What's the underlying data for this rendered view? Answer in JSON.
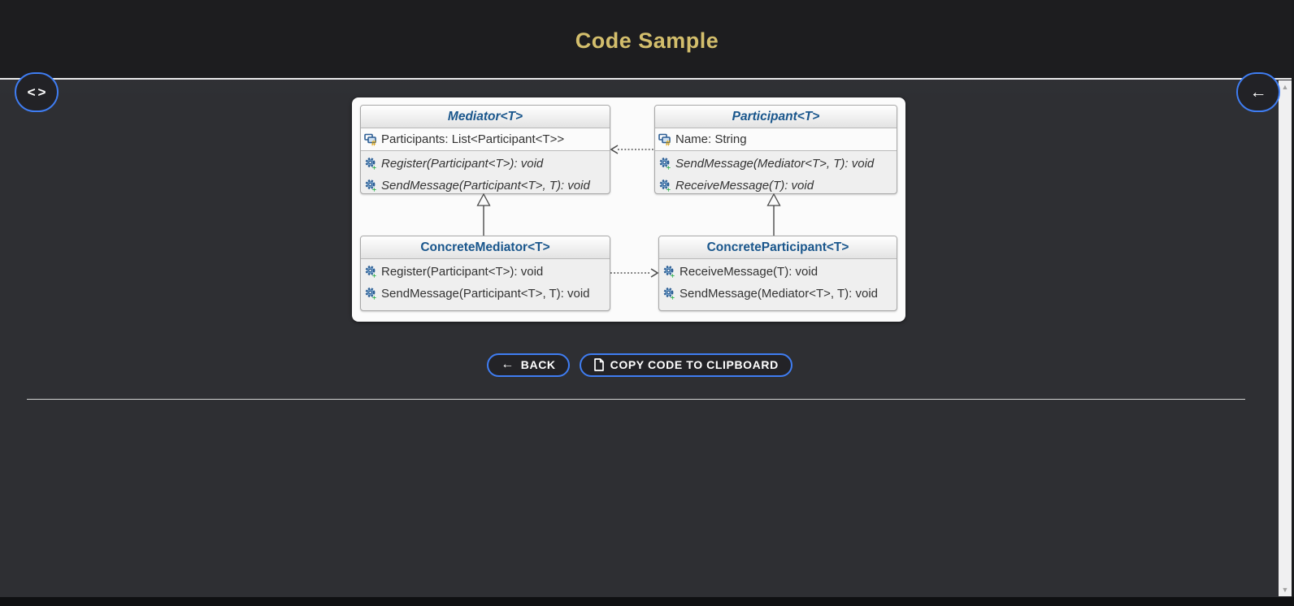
{
  "header": {
    "title": "Code Sample"
  },
  "nav": {
    "code_toggle_glyph": "<>",
    "back_arrow_glyph": "←"
  },
  "diagram": {
    "classes": [
      {
        "name": "Mediator<T>",
        "abstract": true,
        "fields": [
          "Participants: List<Participant<T>>"
        ],
        "methods": [
          "Register(Participant<T>): void",
          "SendMessage(Participant<T>, T): void"
        ]
      },
      {
        "name": "Participant<T>",
        "abstract": true,
        "fields": [
          "Name: String"
        ],
        "methods": [
          "SendMessage(Mediator<T>, T): void",
          "ReceiveMessage(T): void"
        ]
      },
      {
        "name": "ConcreteMediator<T>",
        "abstract": false,
        "fields": [],
        "methods": [
          "Register(Participant<T>): void",
          "SendMessage(Participant<T>, T): void"
        ]
      },
      {
        "name": "ConcreteParticipant<T>",
        "abstract": false,
        "fields": [],
        "methods": [
          "ReceiveMessage(T): void",
          "SendMessage(Mediator<T>, T): void"
        ]
      }
    ],
    "relations": [
      {
        "from": "Participant<T>",
        "to": "Mediator<T>",
        "type": "dashed-dependency"
      },
      {
        "from": "ConcreteMediator<T>",
        "to": "Mediator<T>",
        "type": "inheritance"
      },
      {
        "from": "ConcreteParticipant<T>",
        "to": "Participant<T>",
        "type": "inheritance"
      },
      {
        "from": "ConcreteMediator<T>",
        "to": "ConcreteParticipant<T>",
        "type": "dashed-dependency"
      }
    ]
  },
  "actions": {
    "back_label": "BACK",
    "back_icon_glyph": "←",
    "copy_label": "COPY CODE TO CLIPBOARD"
  },
  "scrollbar": {
    "up_glyph": "▲",
    "down_glyph": "▼"
  },
  "colors": {
    "accent_blue_border": "#3f7df2",
    "title_gold": "#d3be6c",
    "header_bg": "#1d1d1f",
    "content_bg": "#2f3034",
    "uml_title_blue": "#19568c",
    "uml_text": "#333333",
    "panel_bg": "#fbfbfb"
  }
}
